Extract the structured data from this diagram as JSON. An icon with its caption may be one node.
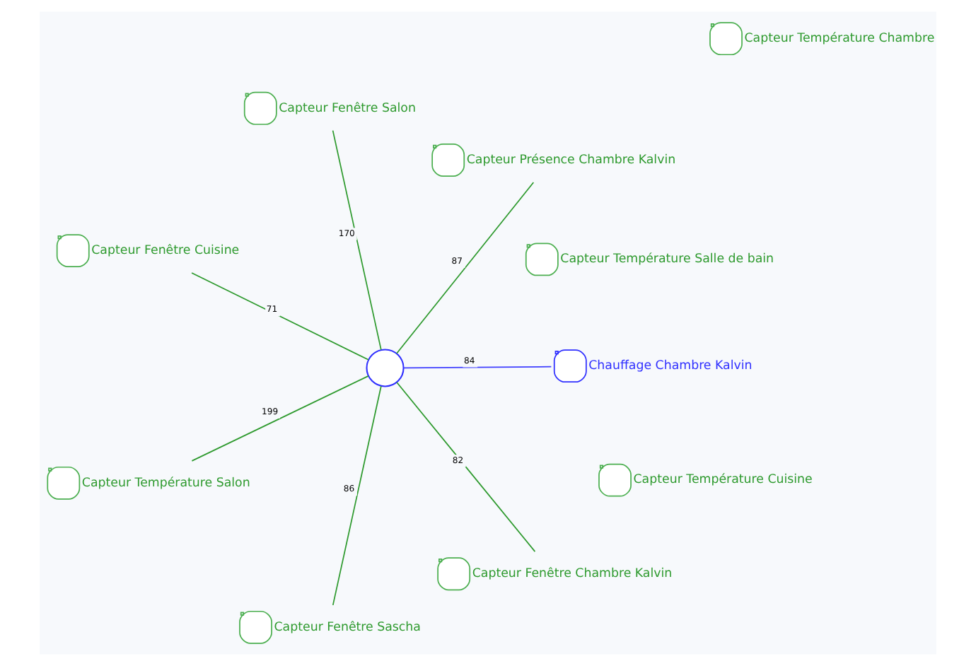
{
  "diagram": {
    "nodes": [
      {
        "text": [],
        "shape": "circle"
      },
      {
        "text": [
          "Chauffage Chambre Kalvin"
        ]
      },
      {
        "text": [
          "Capteur Température Salle de bain"
        ]
      },
      {
        "text": [
          "Capteur Fenêtre Sascha"
        ]
      },
      {
        "text": [
          "Capteur Fenêtre Cuisine"
        ]
      },
      {
        "text": [
          "Capteur Présence Chambre Kalvin"
        ]
      },
      {
        "text": [
          "Capteur Température Cuisine"
        ]
      },
      {
        "text": [
          "Capteur Fenêtre Salon"
        ]
      },
      {
        "text": [
          "Capteur Température Salon"
        ]
      },
      {
        "text": [
          "Capteur Température Chambre"
        ]
      },
      {
        "text": [
          "Capteur Fenêtre Chambre Kalvin"
        ]
      }
    ],
    "edges": [
      {
        "from": 0,
        "to": 1,
        "arrow": "none",
        "label": "84",
        "color": "#3f3fff"
      },
      {
        "from": 0,
        "to": 4,
        "arrow": "none",
        "label": "71"
      },
      {
        "from": 0,
        "to": 7,
        "arrow": "none",
        "label": "170"
      },
      {
        "from": 0,
        "to": 10,
        "arrow": "none",
        "label": "82"
      },
      {
        "from": 0,
        "to": 8,
        "arrow": "none",
        "label": "199"
      },
      {
        "from": 0,
        "to": 5,
        "arrow": "none",
        "label": "87"
      },
      {
        "from": 0,
        "to": 3,
        "arrow": "none",
        "label": "86"
      }
    ]
  }
}
